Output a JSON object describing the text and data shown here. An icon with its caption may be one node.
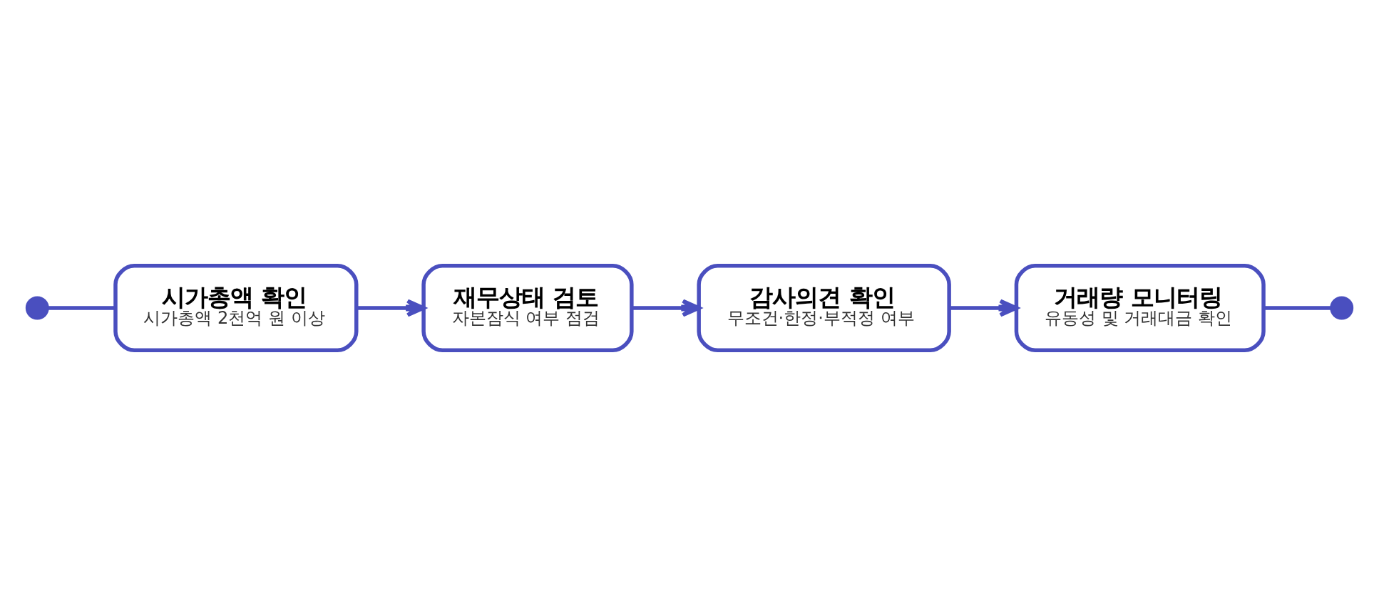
{
  "diagram": {
    "nodes": [
      {
        "text": [],
        "shape": "circle"
      },
      {
        "text": [
          "시가총액 확인",
          "시가총액 2천억 원 이상"
        ]
      },
      {
        "text": [
          "재무상태 검토",
          "자본잠식 여부 점검"
        ]
      },
      {
        "text": [
          "감사의견 확인",
          "무조건·한정·부적정 여부"
        ]
      },
      {
        "text": [
          "거래량 모니터링",
          "유동성 및 거래대금 확인"
        ]
      },
      {
        "text": [],
        "shape": "circle"
      }
    ],
    "edges": [
      {
        "from": 0,
        "to": 1,
        "arrow": "none"
      },
      {
        "from": 1,
        "to": 2,
        "arrow": "to"
      },
      {
        "from": 2,
        "to": 3,
        "arrow": "to"
      },
      {
        "from": 3,
        "to": 4,
        "arrow": "to"
      },
      {
        "from": 4,
        "to": 5,
        "arrow": "none"
      }
    ]
  }
}
